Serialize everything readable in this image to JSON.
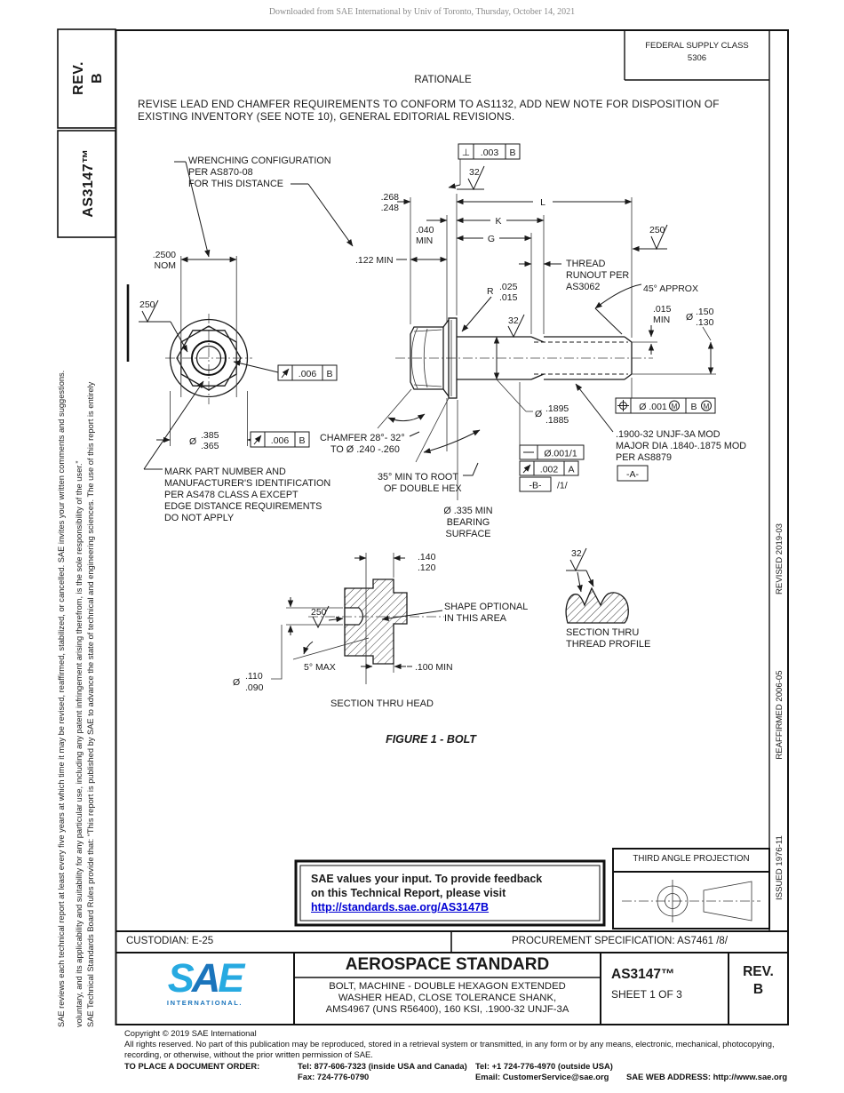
{
  "watermark": "Downloaded from SAE International by Univ of Toronto, Thursday, October 14, 2021",
  "left_panel": {
    "rev_label": "REV.",
    "rev_value": "B",
    "doc_number": "AS3147™",
    "disclaimer1_line1": "SAE Technical Standards Board Rules provide that: “This report is published by SAE to advance the state of technical and engineering sciences. The use of this report is entirely",
    "disclaimer1_line2": "voluntary, and its applicability and suitability for any particular use, including any patent infringement arising therefrom, is the sole responsibility of the user.”",
    "disclaimer2": "SAE reviews each technical report at least every five years at which time it may be revised, reaffirmed, stabilized, or cancelled. SAE invites your written comments and suggestions."
  },
  "right_panel": {
    "issued": "ISSUED 1976-11",
    "reaffirmed": "REAFFIRMED 2006-05",
    "revised": "REVISED 2019-03"
  },
  "header": {
    "fsc_label": "FEDERAL SUPPLY CLASS",
    "fsc_value": "5306",
    "rationale_title": "RATIONALE",
    "rationale_line1": "REVISE LEAD END CHAMFER REQUIREMENTS TO CONFORM TO AS1132, ADD NEW NOTE FOR DISPOSITION OF",
    "rationale_line2": "EXISTING INVENTORY (SEE NOTE 10), GENERAL EDITORIAL REVISIONS."
  },
  "drawing": {
    "figure_caption": "FIGURE 1 - BOLT",
    "notes": {
      "wrenching": [
        "WRENCHING CONFIGURATION",
        "PER AS870-08",
        "FOR THIS DISTANCE"
      ],
      "mark": [
        "MARK PART NUMBER AND",
        "MANUFACTURER'S IDENTIFICATION",
        "PER AS478 CLASS A EXCEPT",
        "EDGE DISTANCE REQUIREMENTS",
        "DO NOT APPLY"
      ],
      "thread_runout": [
        "THREAD",
        "RUNOUT PER",
        "AS3062"
      ],
      "chamfer": [
        "CHAMFER 28°- 32°",
        "TO Ø .240 -.260"
      ],
      "double_hex": [
        "35° MIN TO ROOT",
        "OF DOUBLE HEX"
      ],
      "bearing": [
        "Ø .335 MIN",
        "BEARING",
        "SURFACE"
      ],
      "thread_spec": [
        ".1900-32 UNJF-3A MOD",
        "MAJOR DIA .1840-.1875 MOD",
        "PER AS8879"
      ],
      "shape_optional": [
        "SHAPE OPTIONAL",
        "IN THIS AREA"
      ],
      "deg45": "45° APPROX",
      "section_head": "SECTION THRU HEAD",
      "section_thread": [
        "SECTION THRU",
        "THREAD PROFILE"
      ]
    },
    "dims": {
      "d2500": [
        ".2500",
        "NOM"
      ],
      "d268": [
        ".268",
        ".248"
      ],
      "L": "L",
      "K": "K",
      "G": "G",
      "d040": [
        ".040",
        "MIN"
      ],
      "d122": ".122 MIN",
      "r025": [
        "R",
        ".025",
        ".015"
      ],
      "d015": [
        ".015",
        "MIN"
      ],
      "d150": [
        "Ø",
        ".150",
        ".130"
      ],
      "d385": [
        "Ø",
        ".385",
        ".365"
      ],
      "d1895": [
        "Ø",
        ".1895",
        ".1885"
      ],
      "d140": [
        ".140",
        ".120"
      ],
      "deg5": "5° MAX",
      "d100": ".100 MIN",
      "d110": [
        "Ø",
        ".110",
        ".090"
      ]
    },
    "finish": {
      "f250": "250",
      "f32": "32"
    },
    "fcf": {
      "perp": {
        "sym": "⊥",
        "tol": ".003",
        "datum": "B"
      },
      "runout006": {
        "tol": ".006",
        "datum": "B"
      },
      "runout002": {
        "tol": ".002",
        "datum": "A"
      },
      "straight": {
        "tol": "Ø.001/1"
      },
      "position": {
        "tol": "Ø .001",
        "mod": "M",
        "datum": "B"
      },
      "datum_a": "-A-",
      "datum_b": "-B-",
      "per_unit": "/1/"
    }
  },
  "feedback": {
    "line1": "SAE values your input. To provide feedback",
    "line2": "on this Technical Report, please visit",
    "link": "http://standards.sae.org/AS3147B"
  },
  "projection": {
    "label": "THIRD ANGLE PROJECTION"
  },
  "info_row": {
    "custodian": "CUSTODIAN: E-25",
    "procurement": "PROCUREMENT SPECIFICATION: AS7461 /8/"
  },
  "title_block": {
    "logo": "SAE",
    "logo_sub": "INTERNATIONAL.",
    "heading": "AEROSPACE STANDARD",
    "desc1": "BOLT, MACHINE - DOUBLE HEXAGON EXTENDED",
    "desc2": "WASHER HEAD, CLOSE TOLERANCE SHANK,",
    "desc3": "AMS4967 (UNS R56400), 160 KSI, .1900-32 UNJF-3A",
    "doc": "AS3147™",
    "sheet": "SHEET 1 OF 3",
    "rev_label": "REV.",
    "rev_value": "B"
  },
  "footer": {
    "copyright": "Copyright © 2019 SAE International",
    "rights1": "All rights reserved. No part of this publication may be reproduced, stored in a retrieval system or transmitted, in any form or by any means, electronic, mechanical, photocopying,",
    "rights2": "recording, or otherwise, without the prior written permission of SAE.",
    "order_label": "TO PLACE A DOCUMENT ORDER:",
    "tel1": "Tel: 877-606-7323 (inside USA and Canada)",
    "fax": "Fax: 724-776-0790",
    "tel2": "Tel: +1 724-776-4970 (outside USA)",
    "email": "Email: CustomerService@sae.org",
    "web": "SAE WEB ADDRESS: http://www.sae.org"
  },
  "colors": {
    "link_blue": "#0000d4",
    "logo_light": "#27aae1",
    "logo_dark": "#1b75bc"
  }
}
